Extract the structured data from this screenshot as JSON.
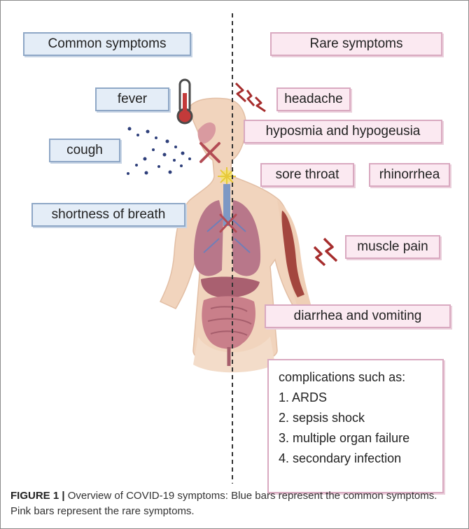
{
  "common_header": "Common symptoms",
  "rare_header": "Rare symptoms",
  "common": {
    "fever": "fever",
    "cough": "cough",
    "breath": "shortness of breath"
  },
  "rare": {
    "headache": "headache",
    "hyposmia": "hyposmia and hypogeusia",
    "sore_throat": "sore throat",
    "rhinorrhea": "rhinorrhea",
    "muscle_pain": "muscle pain",
    "diarrhea": "diarrhea and vomiting"
  },
  "complications": {
    "title": "complications such as:",
    "items": [
      "1. ARDS",
      "2. sepsis shock",
      "3. multiple organ failure",
      "4. secondary infection"
    ]
  },
  "caption": {
    "label": "FIGURE 1 |",
    "text": " Overview of COVID-19 symptoms: Blue bars represent the common symptoms. Pink bars represent the rare symptoms."
  },
  "colors": {
    "common_bar": "#e4edf7",
    "rare_bar": "#fbe9f1",
    "skin": "#f1d4bd",
    "lung": "#b8778a",
    "intestine": "#c97f8a"
  },
  "icons": [
    "thermometer-icon",
    "lightning-icon",
    "virus-icon",
    "cross-mark-icon",
    "droplets-icon"
  ]
}
